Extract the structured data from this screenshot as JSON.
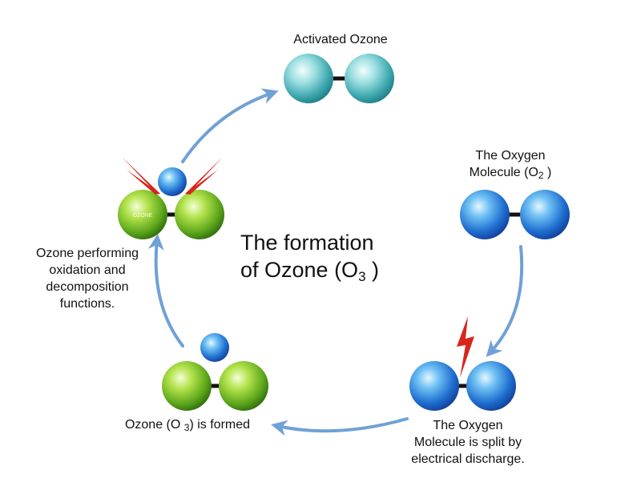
{
  "title": {
    "line1": "The formation",
    "line2_prefix": "of Ozone (O",
    "line2_sub": "3",
    "line2_suffix": " )"
  },
  "labels": {
    "activated": "Activated Ozone",
    "oxygen_line1": "The Oxygen",
    "oxygen_line2_prefix": "Molecule (O",
    "oxygen_line2_sub": "2",
    "oxygen_line2_suffix": " )",
    "split_line1": "The Oxygen",
    "split_line2": "Molecule is split by",
    "split_line3": "electrical discharge.",
    "formed_prefix": "Ozone (O ",
    "formed_sub": "3",
    "formed_suffix": ") is formed",
    "performing_line1": "Ozone performing",
    "performing_line2": "oxidation  and",
    "performing_line3": "decomposition",
    "performing_line4": "functions."
  },
  "logo_text": "OZONE",
  "colors": {
    "teal": "#6cc7cc",
    "blue": "#2a7fd8",
    "green": "#7cc52a",
    "arrow": "#6fa1d6",
    "spark": "#d8261c",
    "bond": "#111111"
  }
}
